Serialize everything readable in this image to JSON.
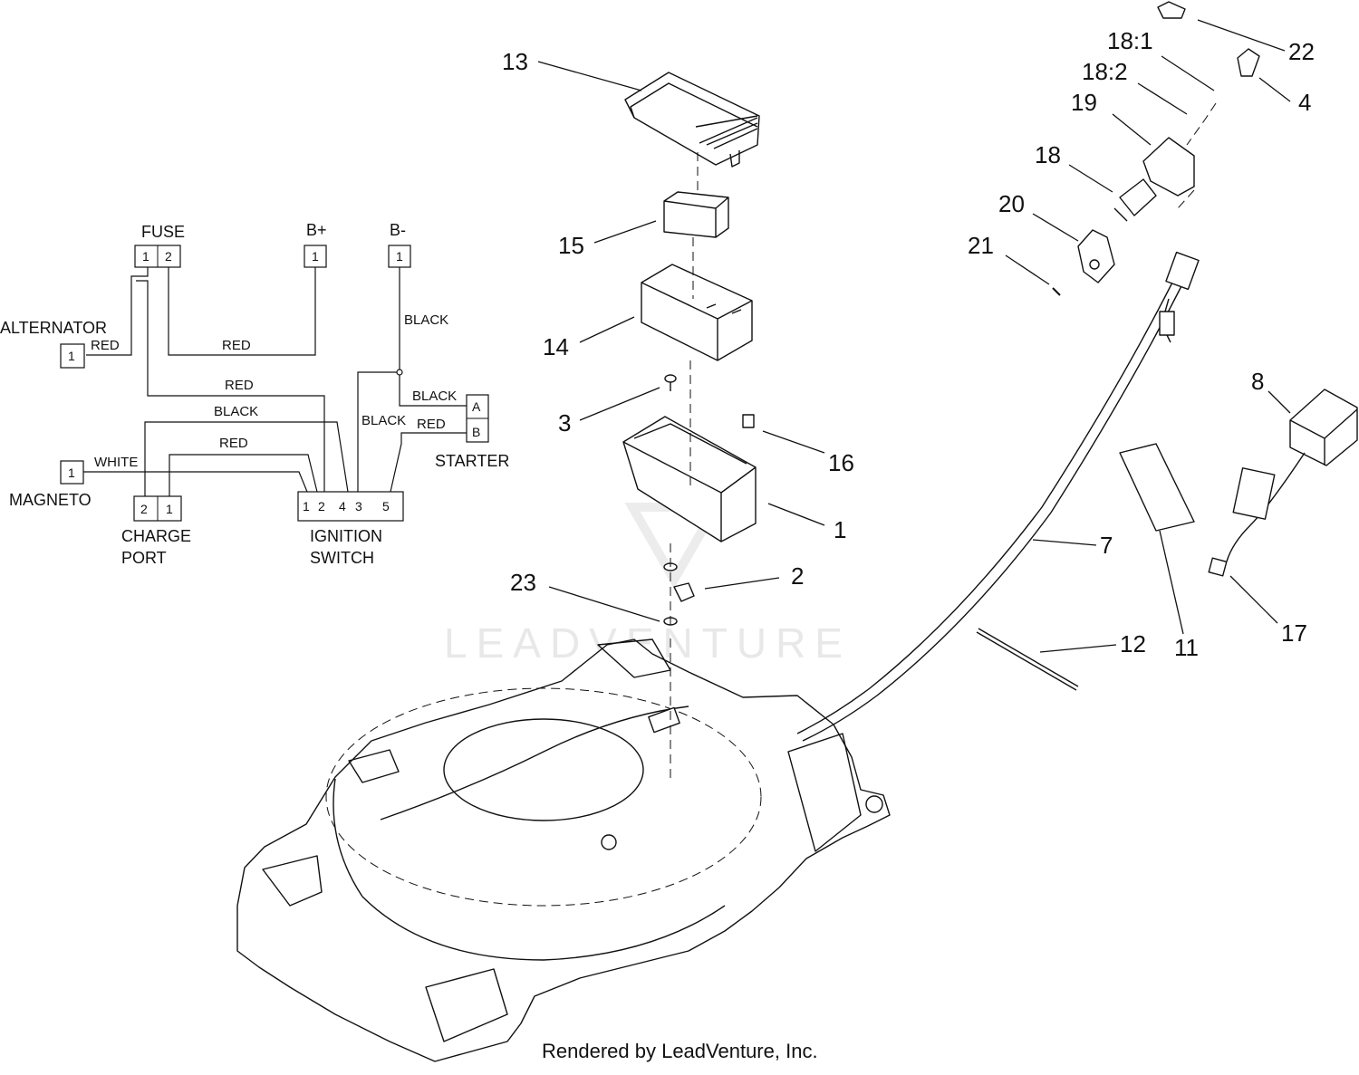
{
  "schematic": {
    "fuse": {
      "label": "FUSE",
      "pins": [
        "1",
        "2"
      ]
    },
    "b_plus": {
      "label": "B+",
      "pins": [
        "1"
      ]
    },
    "b_minus": {
      "label": "B-",
      "pins": [
        "1"
      ]
    },
    "alternator": {
      "label": "ALTERNATOR",
      "pins": [
        "1"
      ]
    },
    "magneto": {
      "label": "MAGNETO",
      "pins": [
        "1"
      ]
    },
    "charge_port": {
      "label_line1": "CHARGE",
      "label_line2": "PORT",
      "pins": [
        "2",
        "1"
      ]
    },
    "ignition_switch": {
      "label_line1": "IGNITION",
      "label_line2": "SWITCH",
      "pins": [
        "1",
        "2",
        "4",
        "3",
        "5"
      ]
    },
    "starter": {
      "label": "STARTER",
      "pins": [
        "A",
        "B"
      ]
    },
    "wire_labels": {
      "alternator_red": "RED",
      "fuse_bplus_red": "RED",
      "fuse_ign_red": "RED",
      "bminus_black": "BLACK",
      "charge_black": "BLACK",
      "charge_red": "RED",
      "magneto_white": "WHITE",
      "starter_a_black": "BLACK",
      "starter_b_black": "BLACK",
      "starter_b_red": "RED"
    }
  },
  "callouts": [
    "13",
    "15",
    "14",
    "3",
    "16",
    "1",
    "23",
    "2",
    "22",
    "18:1",
    "18:2",
    "4",
    "19",
    "18",
    "20",
    "21",
    "8",
    "7",
    "11",
    "17",
    "12"
  ],
  "watermark": "LEADVENTURE",
  "credit": "Rendered by LeadVenture, Inc."
}
